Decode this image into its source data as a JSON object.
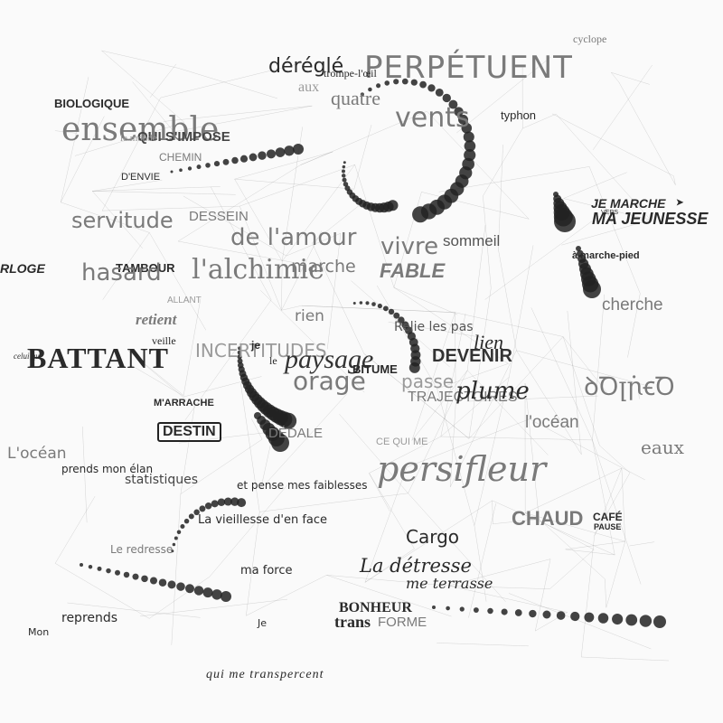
{
  "colors": {
    "background": "#fafafa",
    "ink": "#222222",
    "web": "#8c8c8c"
  },
  "words": {
    "cyclope": "cyclope",
    "deregle": "déréglé",
    "perpetuent": "PERPÉTUENT",
    "trompe_loeil": "trompe-l'œil",
    "aux": "aux",
    "quatre": "quatre",
    "vents": "vents",
    "typhon": "typhon",
    "biologique": "BIOLOGIQUE",
    "ensemble": "ensemble",
    "qui_s_impose": "QUI S'IMPOSE",
    "le_monde": "le monde",
    "chemin": "CHEMIN",
    "d_envie": "D'ENVIE",
    "servitude": "servitude",
    "dessein": "DESSEIN",
    "de_l_amour": "de l'amour",
    "vivre": "vivre",
    "sommeil": "sommeil",
    "fable": "FABLE",
    "je_marche_vers": "JE MARCHE",
    "vers": "VERS",
    "ma_jeunesse": "MA JEUNESSE",
    "a_marche_pied": "à marche-pied",
    "horloge": "RLOGE",
    "tambour": "TAMBOUR",
    "hasard": "hasard",
    "l_alchimie": "l'alchimie",
    "marche": "marche",
    "cherche": "cherche",
    "allant": "ALLANT",
    "retient": "retient",
    "rien": "rien",
    "relie_les_pas": "Relie les pas",
    "veille": "veille",
    "battant": "BATTANT",
    "celui_qui": "celui qui",
    "incertitudes": "INCERTITUDES",
    "je_1": "je",
    "le": "le",
    "paysage": "paysage",
    "bitume": "BITUME",
    "devenir": "DEVENIR",
    "lien": "lien",
    "orage": "orage",
    "passe": "passe",
    "trajectoires": "TRAJECTOIRES",
    "plume": "plume",
    "dedale_m": "M'ARRACHE",
    "destin": "DESTIN",
    "dedale": "DÉDALE",
    "l_ocean_1": "l'océan",
    "l_ocean_2": "L'océan",
    "eaux": "eaux",
    "prends_mon_elan": "prends mon élan",
    "statistiques": "statistiques",
    "et_pense": "et pense mes faiblesses",
    "ce_qui_me": "CE QUI ME",
    "persifleur": "persifleur",
    "chaud": "CHAUD",
    "cafe": "CAFÉ",
    "pause": "PAUSE",
    "la_vieillesse": "La vieillesse d'en face",
    "cargo": "Cargo",
    "le_redresse": "Le redresse",
    "ma_force": "ma force",
    "la_detresse": "La détresse",
    "me_terrasse": "me terrasse",
    "bonheur": "BONHEUR",
    "transforme_a": "trans",
    "transforme_b": "FORME",
    "mon": "Mon",
    "reprends": "reprends",
    "je_2": "Je",
    "qui_me_transpercent": "qui me transpercent"
  }
}
